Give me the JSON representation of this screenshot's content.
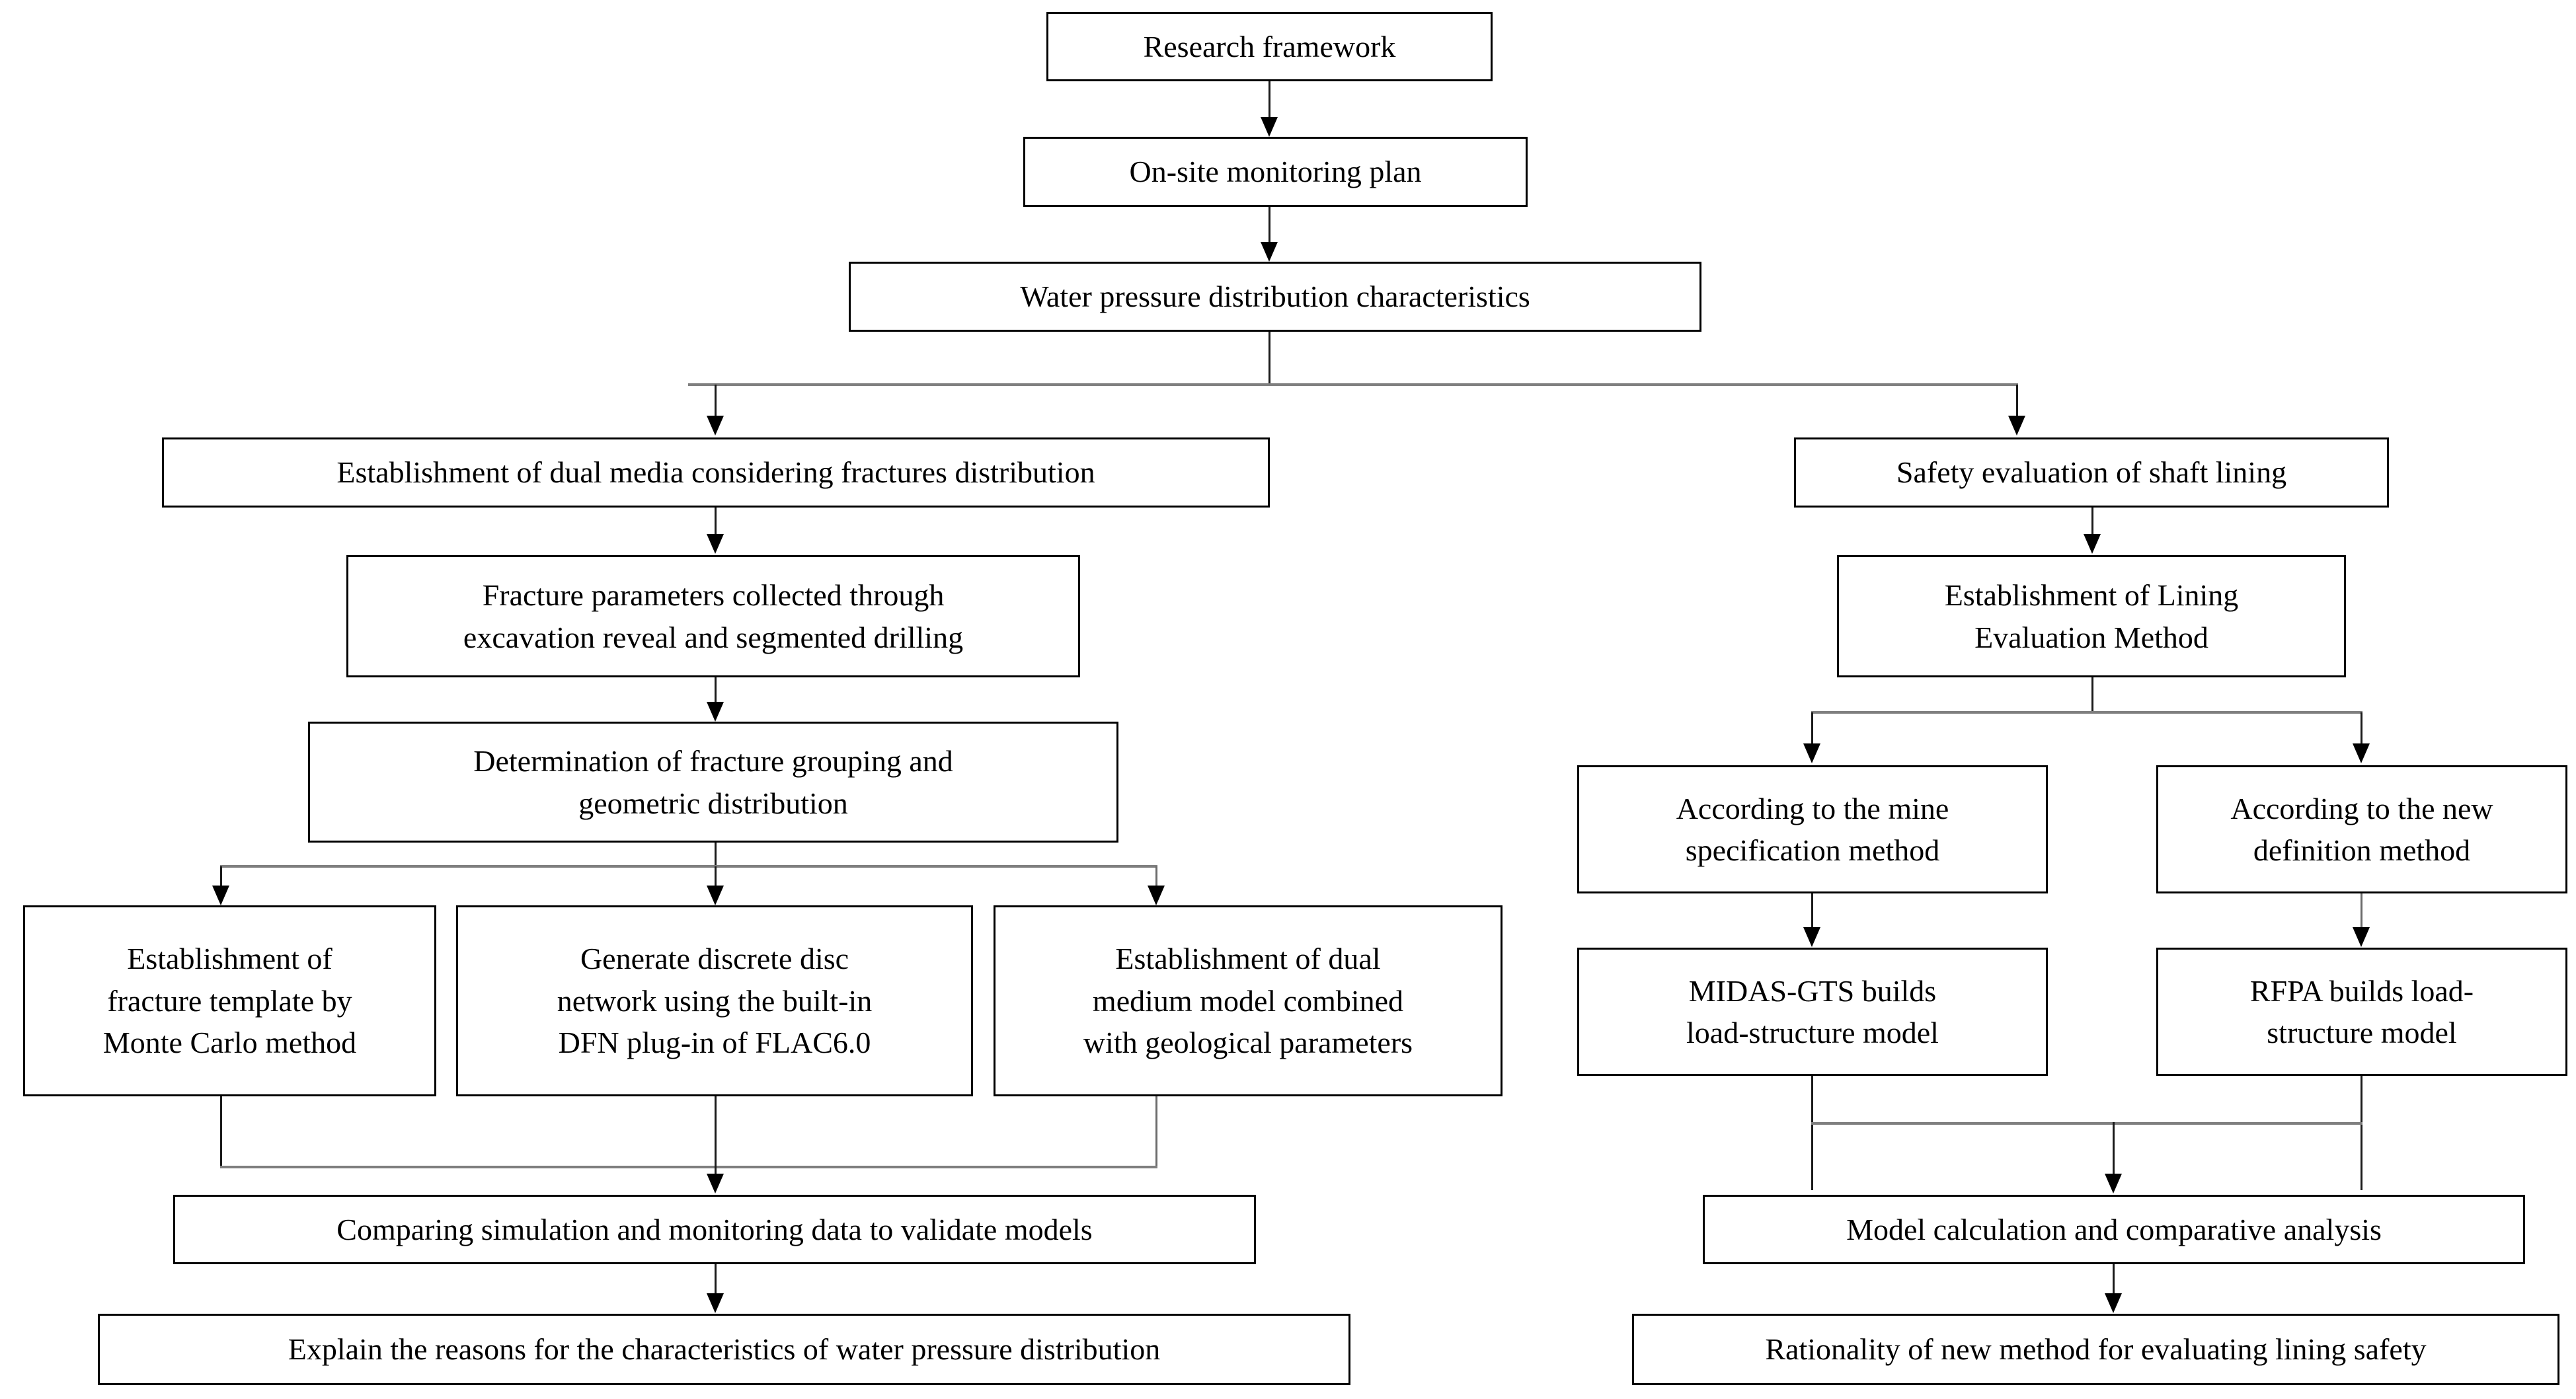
{
  "diagram": {
    "title": "Research framework flowchart",
    "colors": {
      "box_border": "#000000",
      "connector_dark": "#1a1a1a",
      "connector_gray": "#7f7f7f",
      "background": "#ffffff",
      "text": "#000000"
    },
    "nodes": [
      {
        "id": "research-framework",
        "label": "Research framework"
      },
      {
        "id": "onsite-monitoring-plan",
        "label": "On-site monitoring plan"
      },
      {
        "id": "water-pressure-distribution-characteristics",
        "label": "Water pressure distribution characteristics"
      },
      {
        "id": "establishment-dual-media",
        "label": "Establishment of dual media considering fractures distribution"
      },
      {
        "id": "fracture-parameters-collected",
        "label": "Fracture parameters collected through\nexcavation reveal and segmented drilling"
      },
      {
        "id": "determination-fracture-grouping",
        "label": "Determination of fracture grouping and\ngeometric distribution"
      },
      {
        "id": "fracture-template-monte-carlo",
        "label": "Establishment of\nfracture template by\nMonte Carlo method"
      },
      {
        "id": "generate-discrete-disc-network",
        "label": "Generate discrete disc\nnetwork using the built-in\nDFN plug-in of FLAC6.0"
      },
      {
        "id": "dual-medium-model-geological",
        "label": "Establishment of dual\nmedium model combined\nwith geological parameters"
      },
      {
        "id": "comparing-simulation-monitoring",
        "label": "Comparing simulation and monitoring data to validate models"
      },
      {
        "id": "explain-reasons-water-pressure",
        "label": "Explain the reasons for the characteristics of water pressure distribution"
      },
      {
        "id": "safety-evaluation-shaft-lining",
        "label": "Safety evaluation of shaft lining"
      },
      {
        "id": "establishment-lining-evaluation-method",
        "label": "Establishment of Lining\nEvaluation Method"
      },
      {
        "id": "according-mine-specification-method",
        "label": "According to the mine\nspecification method"
      },
      {
        "id": "according-new-definition-method",
        "label": "According to the new\ndefinition method"
      },
      {
        "id": "midas-gts-load-structure",
        "label": "MIDAS-GTS builds\nload-structure model"
      },
      {
        "id": "rfpa-load-structure",
        "label": "RFPA builds load-\nstructure model"
      },
      {
        "id": "model-calculation-comparative-analysis",
        "label": "Model calculation and comparative analysis"
      },
      {
        "id": "rationality-new-method-lining-safety",
        "label": "Rationality of new method for evaluating lining safety"
      }
    ],
    "edges": [
      {
        "from": "research-framework",
        "to": "onsite-monitoring-plan"
      },
      {
        "from": "onsite-monitoring-plan",
        "to": "water-pressure-distribution-characteristics"
      },
      {
        "from": "water-pressure-distribution-characteristics",
        "to": "establishment-dual-media"
      },
      {
        "from": "water-pressure-distribution-characteristics",
        "to": "safety-evaluation-shaft-lining"
      },
      {
        "from": "establishment-dual-media",
        "to": "fracture-parameters-collected"
      },
      {
        "from": "fracture-parameters-collected",
        "to": "determination-fracture-grouping"
      },
      {
        "from": "determination-fracture-grouping",
        "to": "fracture-template-monte-carlo"
      },
      {
        "from": "determination-fracture-grouping",
        "to": "generate-discrete-disc-network"
      },
      {
        "from": "determination-fracture-grouping",
        "to": "dual-medium-model-geological"
      },
      {
        "from": "fracture-template-monte-carlo",
        "to": "comparing-simulation-monitoring"
      },
      {
        "from": "generate-discrete-disc-network",
        "to": "comparing-simulation-monitoring"
      },
      {
        "from": "dual-medium-model-geological",
        "to": "comparing-simulation-monitoring"
      },
      {
        "from": "comparing-simulation-monitoring",
        "to": "explain-reasons-water-pressure"
      },
      {
        "from": "safety-evaluation-shaft-lining",
        "to": "establishment-lining-evaluation-method"
      },
      {
        "from": "establishment-lining-evaluation-method",
        "to": "according-mine-specification-method"
      },
      {
        "from": "establishment-lining-evaluation-method",
        "to": "according-new-definition-method"
      },
      {
        "from": "according-mine-specification-method",
        "to": "midas-gts-load-structure"
      },
      {
        "from": "according-new-definition-method",
        "to": "rfpa-load-structure"
      },
      {
        "from": "midas-gts-load-structure",
        "to": "model-calculation-comparative-analysis"
      },
      {
        "from": "rfpa-load-structure",
        "to": "model-calculation-comparative-analysis"
      },
      {
        "from": "model-calculation-comparative-analysis",
        "to": "rationality-new-method-lining-safety"
      }
    ]
  }
}
